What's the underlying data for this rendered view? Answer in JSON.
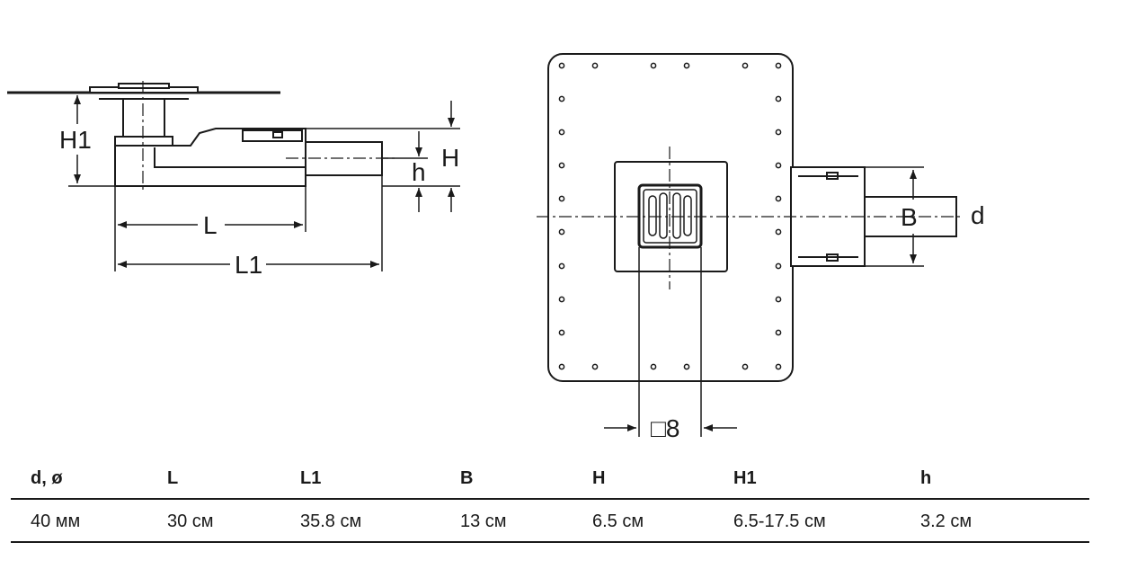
{
  "drawing": {
    "labels": {
      "H1": "H1",
      "H": "H",
      "h": "h",
      "L": "L",
      "L1": "L1",
      "B": "B",
      "d": "d",
      "grate": "□8"
    }
  },
  "table": {
    "headers": [
      "d, ø",
      "L",
      "L1",
      "B",
      "H",
      "H1",
      "h"
    ],
    "values": [
      "40 мм",
      "30 см",
      "35.8 см",
      "13 см",
      "6.5 см",
      "6.5-17.5 см",
      "3.2 см"
    ]
  }
}
